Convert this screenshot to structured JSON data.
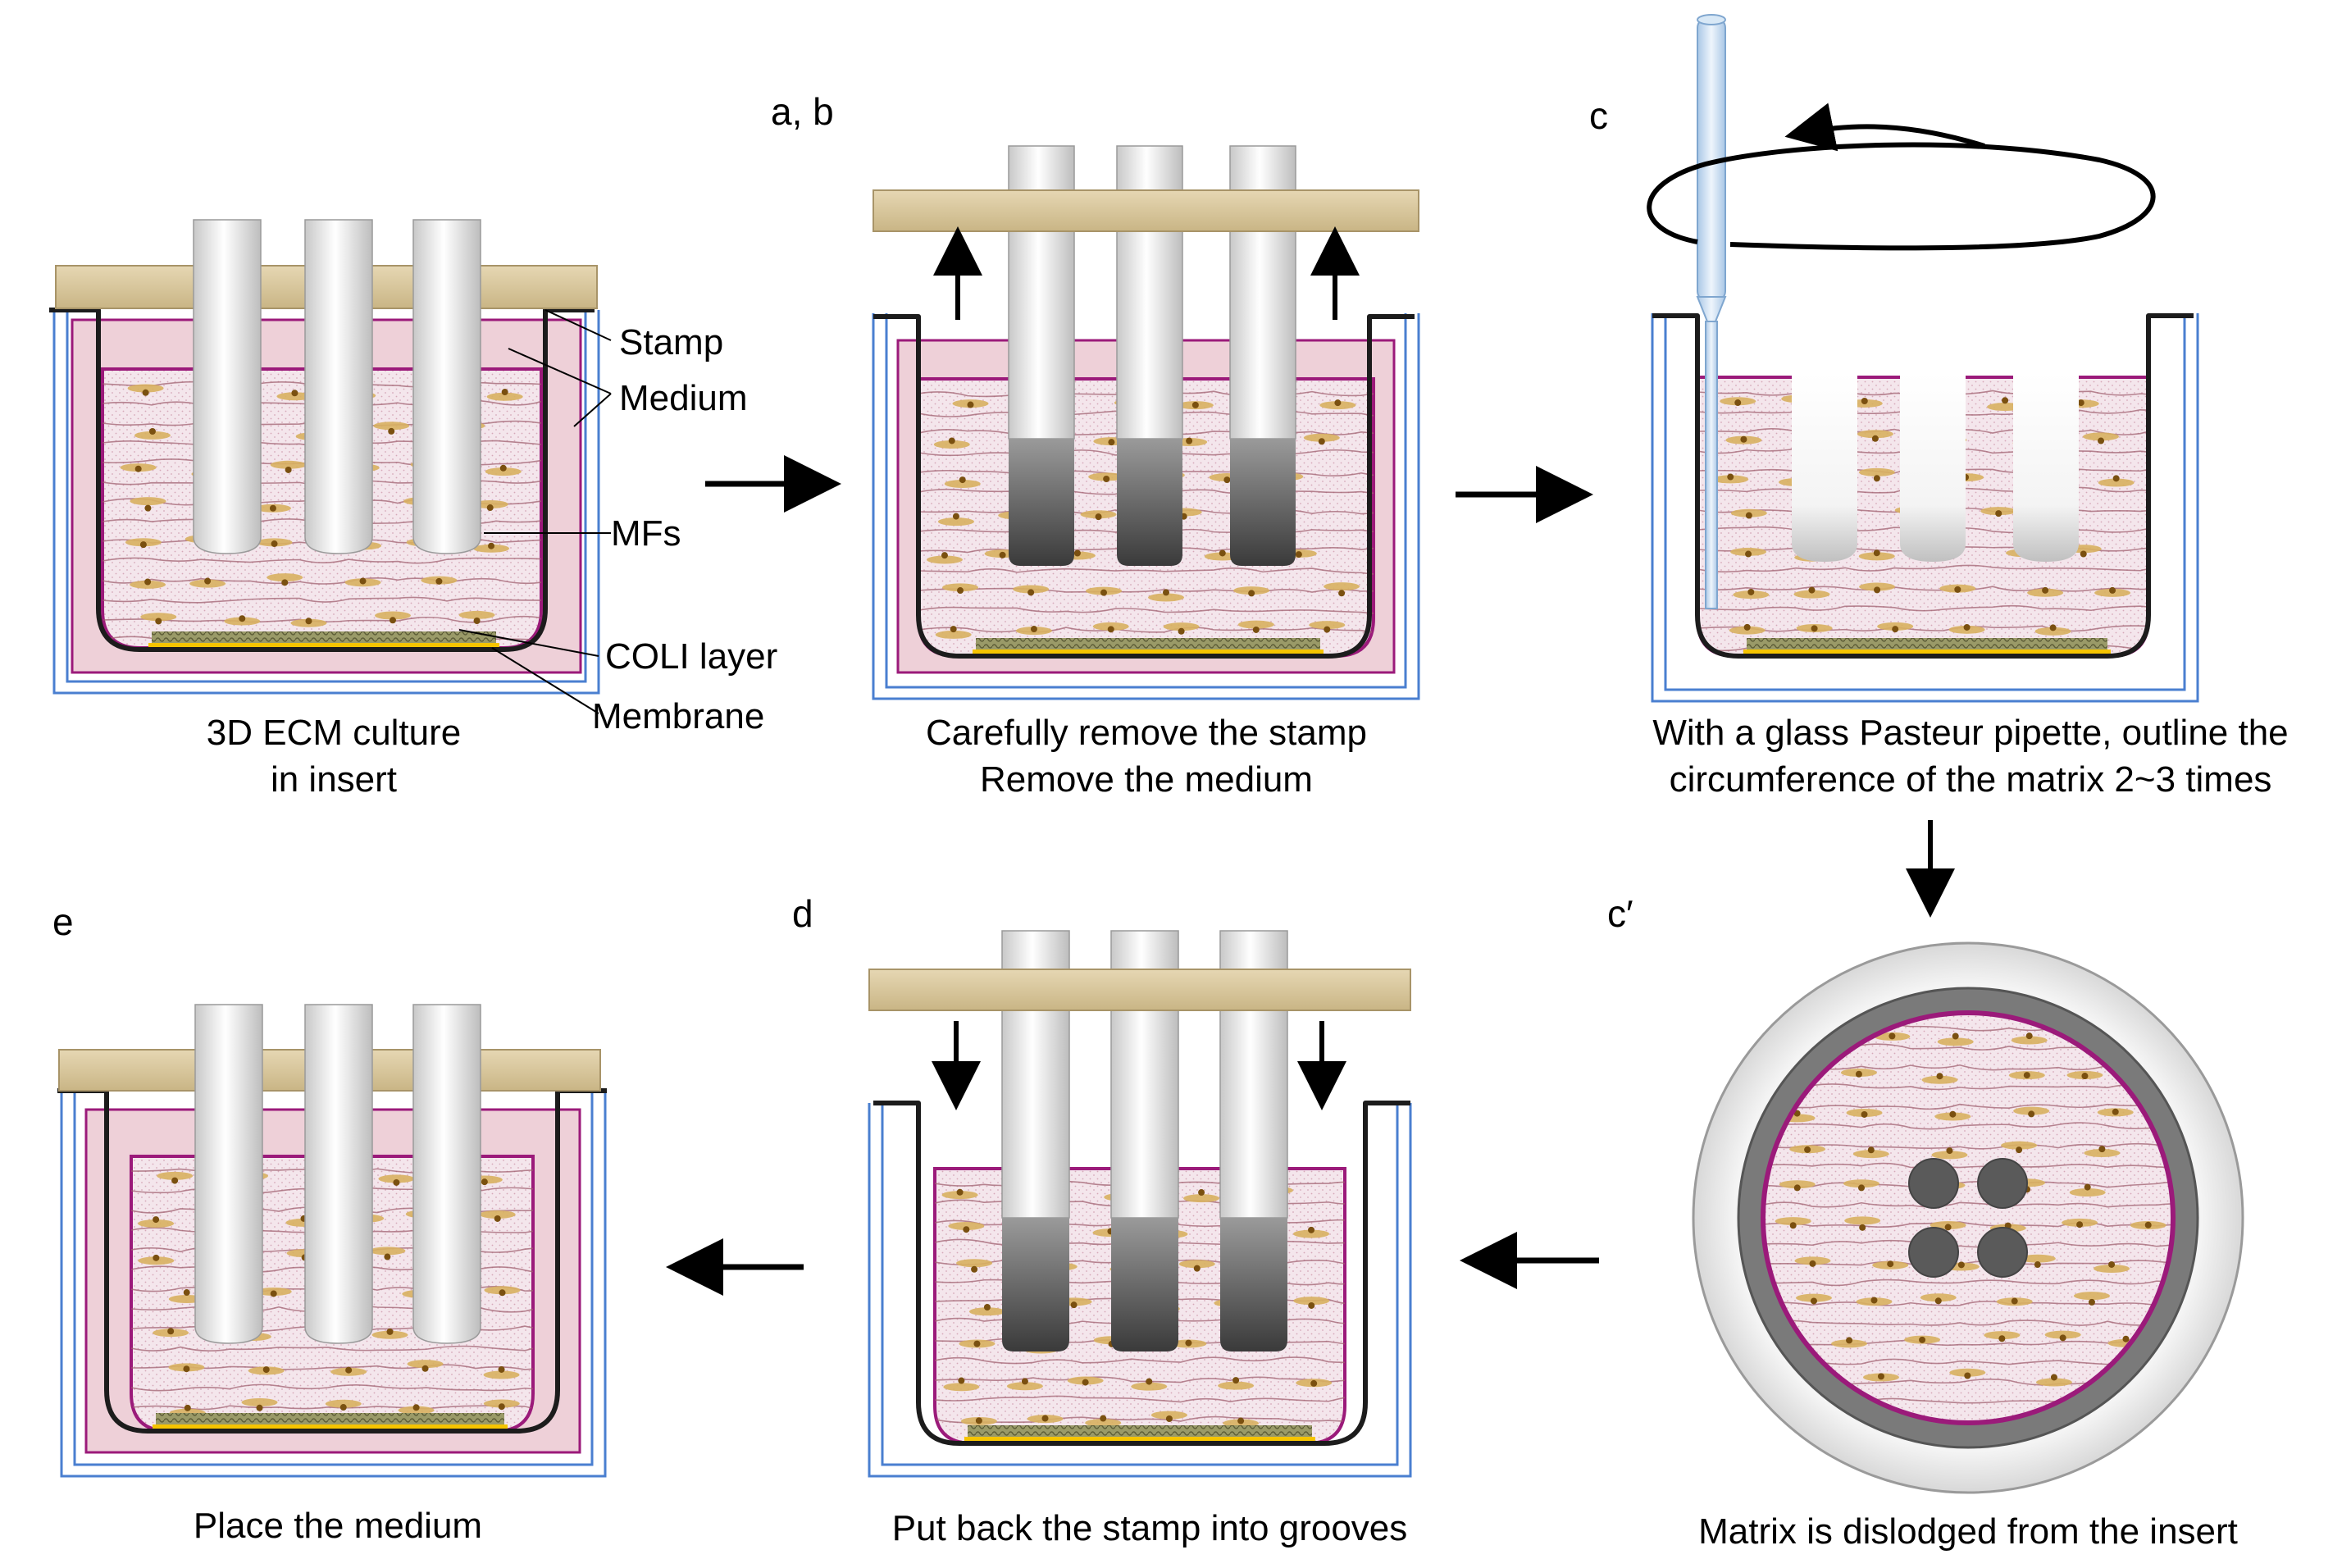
{
  "step_labels": {
    "ab": "a, b",
    "c": "c",
    "cprime": "c′",
    "d": "d",
    "e": "e"
  },
  "panel_captions": {
    "start_line1": "3D ECM culture",
    "start_line2": "in insert",
    "ab_line1": "Carefully remove the stamp",
    "ab_line2": "Remove the medium",
    "c_line1": "With a glass Pasteur pipette, outline the",
    "c_line2": "circumference of the matrix 2~3 times",
    "cprime": "Matrix is dislodged from the insert",
    "d": "Put back the stamp into grooves",
    "e": "Place the medium"
  },
  "callouts": {
    "stamp": "Stamp",
    "medium": "Medium",
    "mfs": "MFs",
    "coli_layer": "COLI layer",
    "membrane": "Membrane"
  },
  "colors": {
    "stamp_wood": "#d9c9a0",
    "medium_fill": "#eed0d8",
    "matrix_fill": "#f5e8ee",
    "matrix_border": "#9b1a7a",
    "insert_wall": "#1c1c1c",
    "well_outline": "#4a7fd0",
    "coli_layer": "#8a8a5a",
    "membrane": "#f5c400",
    "cell_body": "#d8b060",
    "cell_nucleus": "#7a5010",
    "fiber_line": "#a06070"
  }
}
